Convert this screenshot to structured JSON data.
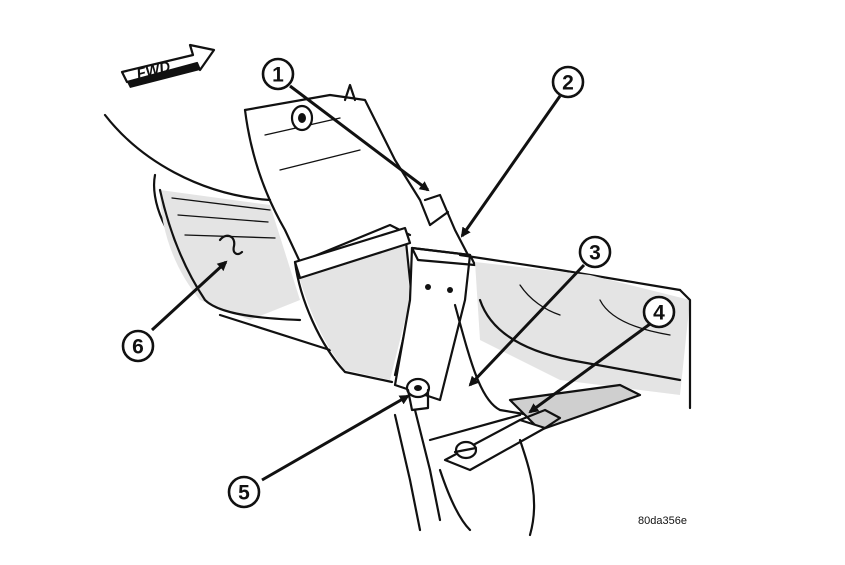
{
  "direction_label": "FWD",
  "callouts": [
    {
      "id": "1",
      "label": "1"
    },
    {
      "id": "2",
      "label": "2"
    },
    {
      "id": "3",
      "label": "3"
    },
    {
      "id": "4",
      "label": "4"
    },
    {
      "id": "5",
      "label": "5"
    },
    {
      "id": "6",
      "label": "6"
    }
  ],
  "figure_code": "80da356e"
}
